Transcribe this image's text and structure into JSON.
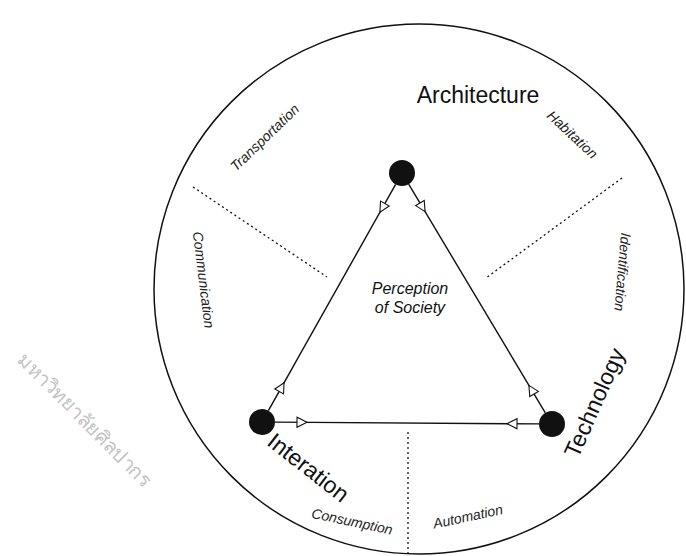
{
  "diagram": {
    "nodes": [
      {
        "text": [
          "Architecture"
        ]
      },
      {
        "text": [
          "Interation"
        ]
      },
      {
        "text": [
          "Technology"
        ]
      }
    ],
    "edges": [
      {
        "from": 0,
        "to": 1,
        "arrow": "both"
      },
      {
        "from": 1,
        "to": 2,
        "arrow": "both"
      },
      {
        "from": 2,
        "to": 0,
        "arrow": "both"
      }
    ],
    "labels": [
      "Perception of Society",
      "Transportation",
      "Habitation",
      "Communication",
      "Identification",
      "Consumption",
      "Automation",
      "มหาวิทยาลัยศิลปากร"
    ]
  }
}
